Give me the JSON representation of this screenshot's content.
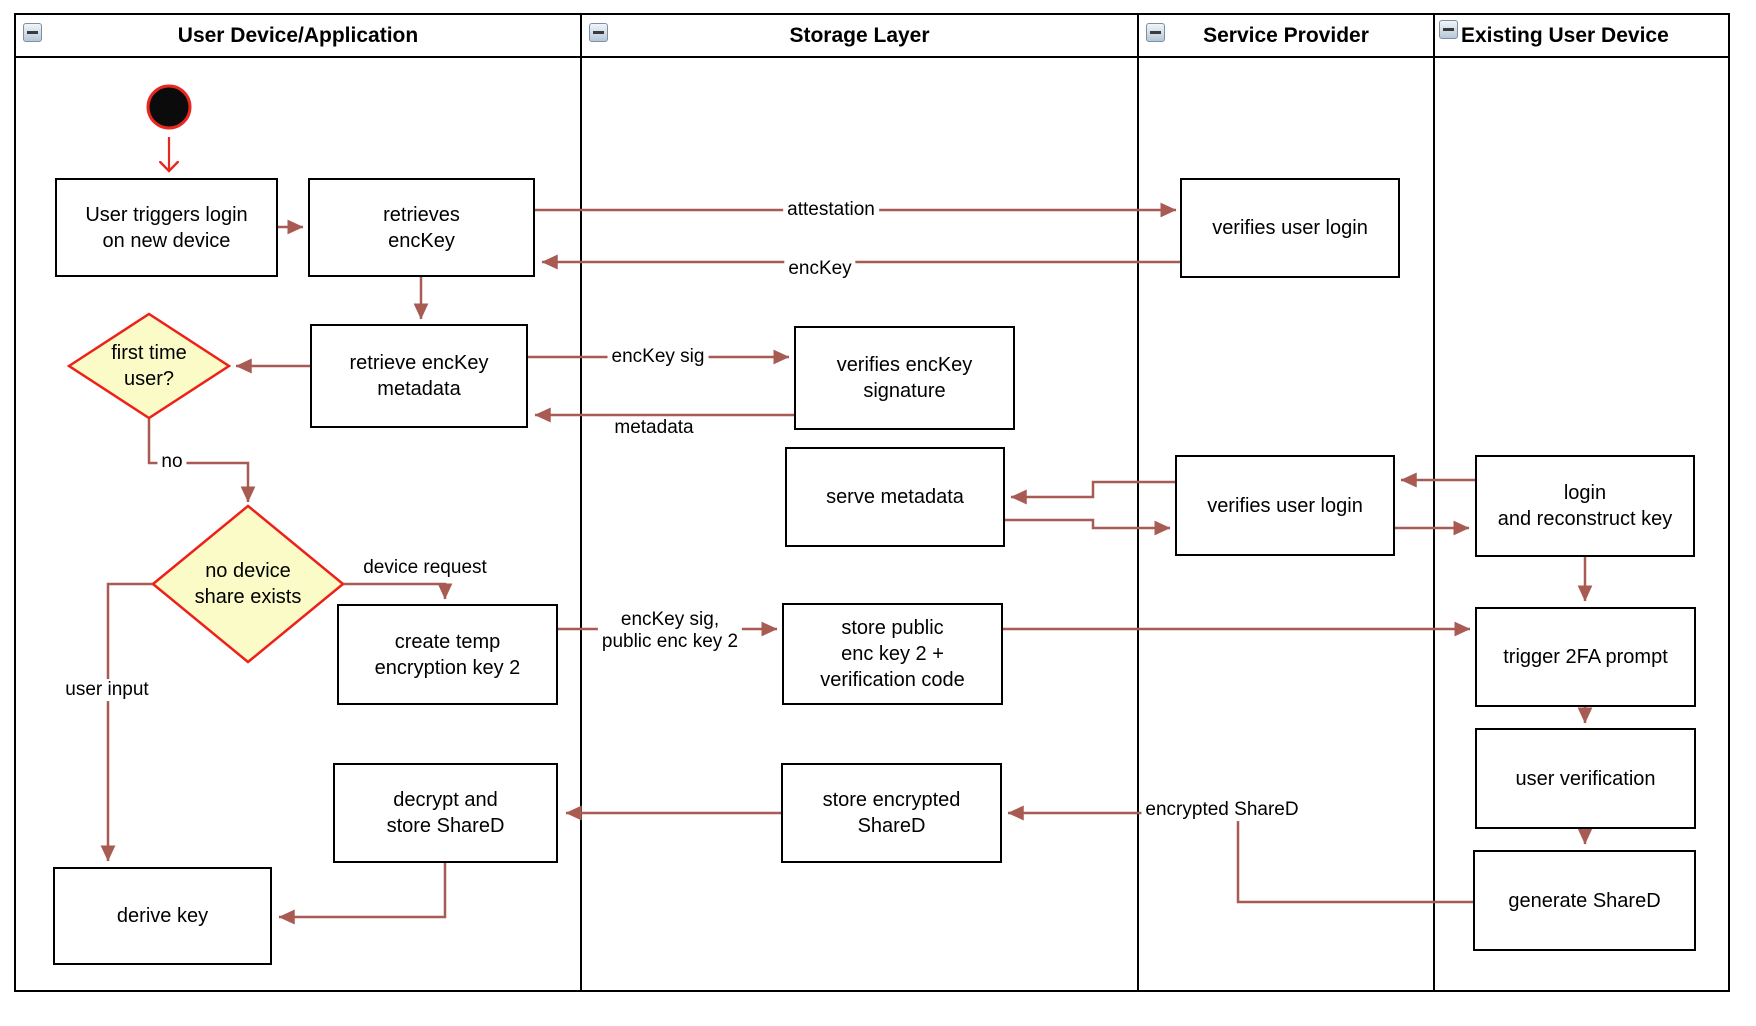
{
  "lanes": [
    {
      "title": "User Device/Application"
    },
    {
      "title": "Storage Layer"
    },
    {
      "title": "Service Provider"
    },
    {
      "title": "Existing User Device"
    }
  ],
  "nodes": {
    "user_triggers": {
      "label": "User triggers login\non new device"
    },
    "retrieves_enckey": {
      "label": "retrieves\nencKey"
    },
    "verifies_login_1": {
      "label": "verifies user login"
    },
    "first_time_user": {
      "label": "first time\nuser?",
      "type": "decision"
    },
    "retrieve_metadata": {
      "label": "retrieve encKey\nmetadata"
    },
    "verifies_signature": {
      "label": "verifies encKey\nsignature"
    },
    "serve_metadata": {
      "label": "serve metadata"
    },
    "verifies_login_2": {
      "label": "verifies user login"
    },
    "login_reconstruct": {
      "label": "login\nand reconstruct key"
    },
    "no_device_share": {
      "label": "no device\nshare exists",
      "type": "decision"
    },
    "create_temp_key": {
      "label": "create temp\nencryption key 2"
    },
    "store_public_key": {
      "label": "store public\nenc key 2 +\nverification code"
    },
    "trigger_2fa": {
      "label": "trigger 2FA prompt"
    },
    "user_verification": {
      "label": "user verification"
    },
    "generate_shared": {
      "label": "generate ShareD"
    },
    "store_encrypted": {
      "label": "store encrypted\nShareD"
    },
    "decrypt_store": {
      "label": "decrypt and\nstore ShareD"
    },
    "derive_key": {
      "label": "derive key"
    }
  },
  "edge_labels": {
    "attestation": "attestation",
    "enckey": "encKey",
    "enckey_sig": "encKey sig",
    "metadata": "metadata",
    "no": "no",
    "device_request": "device request",
    "enckey_sig_public": "encKey sig,\npublic enc key 2",
    "encrypted_shared": "encrypted ShareD",
    "user_input": "user input"
  },
  "colors": {
    "edge": "#a85b53",
    "start_edge": "#e8281e",
    "decision_fill": "#fbfbc8",
    "decision_border": "#ee2119",
    "node_border": "#000000",
    "node_fill": "#ffffff",
    "lane_border": "#000000",
    "text": "#000000"
  }
}
